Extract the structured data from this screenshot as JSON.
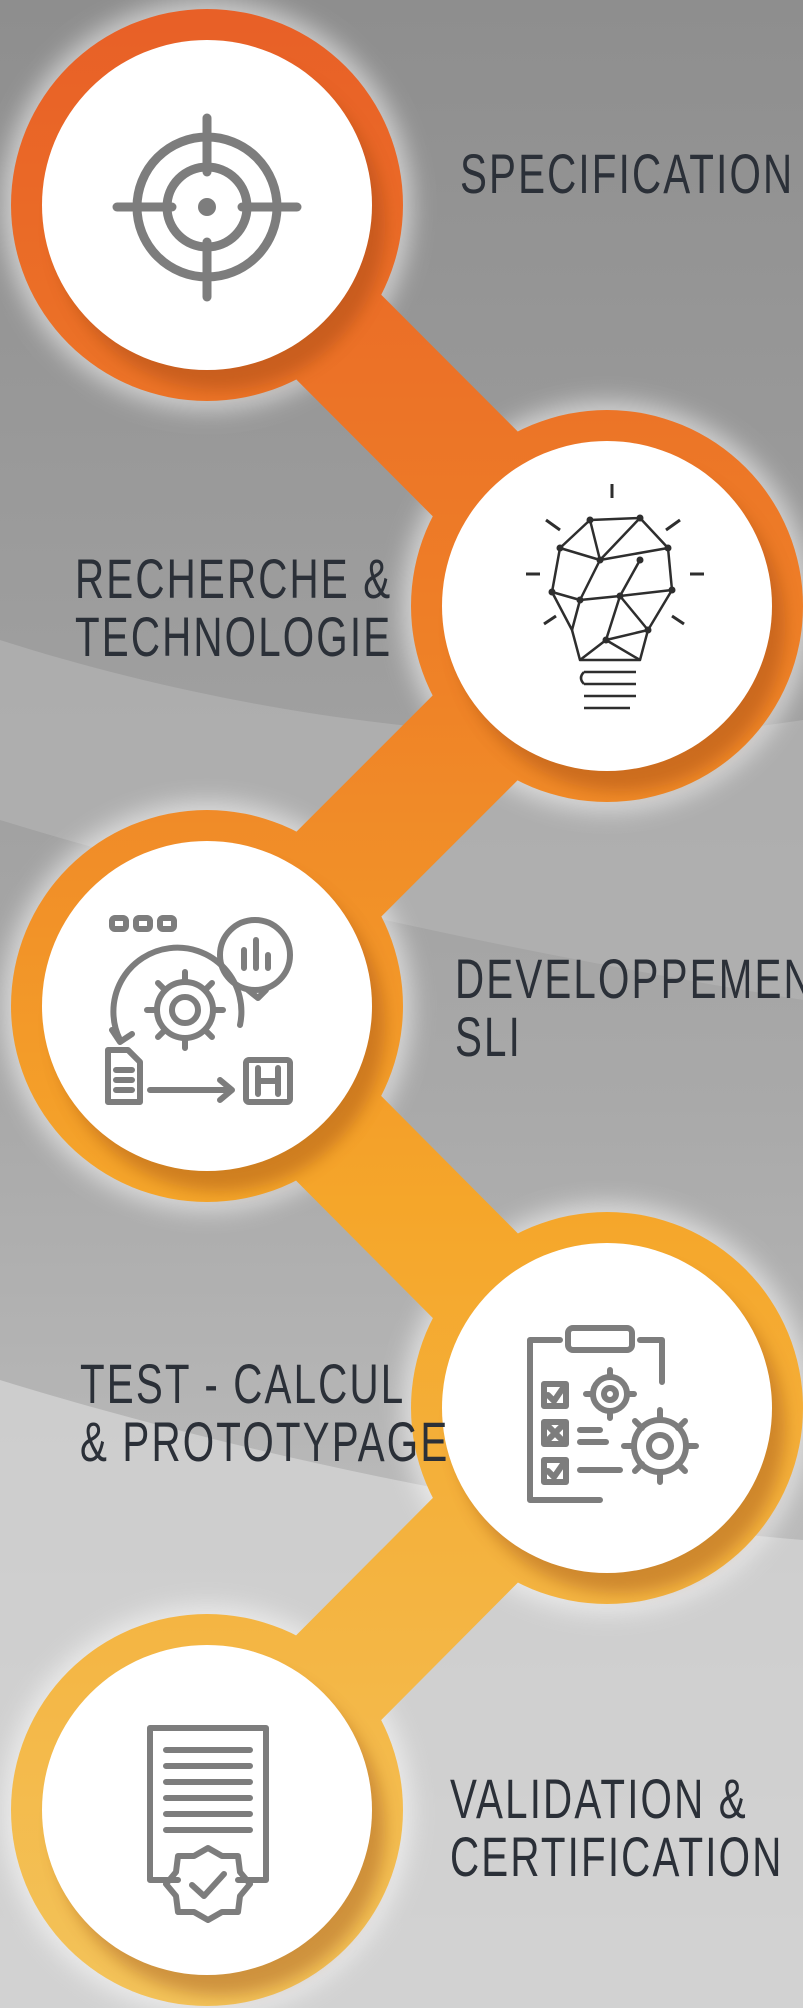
{
  "colors": {
    "background_dark": "#8f8f8f",
    "background_light": "#cfcfcf",
    "ring_top": "#e8632a",
    "ring_bottom": "#f3c257",
    "circle_fill": "#ffffff",
    "icon_gray": "#7d7d7d",
    "label_text": "#2b3038"
  },
  "steps": [
    {
      "icon": "target-icon",
      "lines": [
        "SPECIFICATION"
      ]
    },
    {
      "icon": "lightbulb-network-icon",
      "lines": [
        "RECHERCHE &",
        "TECHNOLOGIE"
      ]
    },
    {
      "icon": "gear-cycle-process-icon",
      "lines": [
        "DEVELOPPEMENT",
        "SLI"
      ]
    },
    {
      "icon": "clipboard-checklist-gears-icon",
      "lines": [
        "TEST - CALCUL",
        "& PROTOTYPAGE"
      ]
    },
    {
      "icon": "certificate-document-icon",
      "lines": [
        "VALIDATION &",
        "CERTIFICATION"
      ]
    }
  ]
}
